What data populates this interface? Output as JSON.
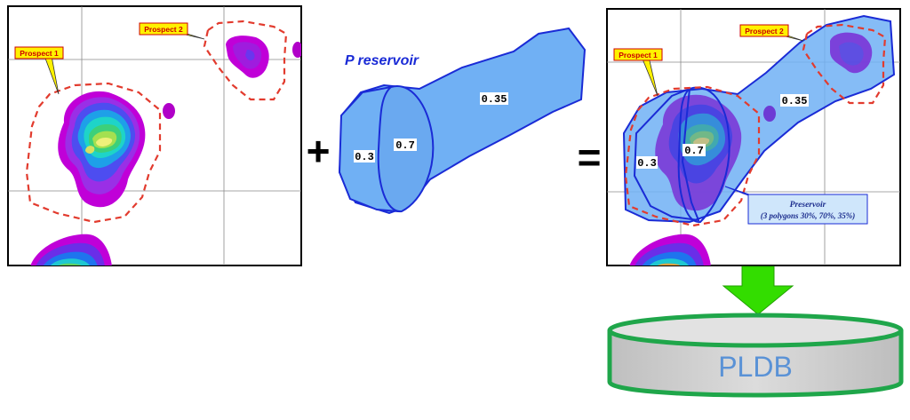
{
  "left_map": {
    "callouts": [
      {
        "label": "Prospect 1"
      },
      {
        "label": "Prospect 2"
      }
    ]
  },
  "operators": {
    "plus": "+",
    "equals": "="
  },
  "reservoir_polygons": {
    "title": "P reservoir",
    "values": [
      "0.3",
      "0.7",
      "0.35"
    ]
  },
  "result_map": {
    "callouts": [
      {
        "label": "Prospect 1"
      },
      {
        "label": "Prospect 2"
      }
    ],
    "values": [
      "0.3",
      "0.7",
      "0.35"
    ],
    "legend_title": "Preservoir",
    "legend_detail": "(3 polygons 30%, 70%, 35%)"
  },
  "database": {
    "label": "PLDB"
  },
  "colors": {
    "prospect_outline": "#e23b2e",
    "polygon_fill": "#70b0f4",
    "polygon_stroke": "#1a2bd6",
    "arrow": "#33dd00",
    "db_rim": "#1fa64a",
    "db_body": "#d4d4d4",
    "db_text": "#5a92d6",
    "callout_fill": "#fff200"
  }
}
